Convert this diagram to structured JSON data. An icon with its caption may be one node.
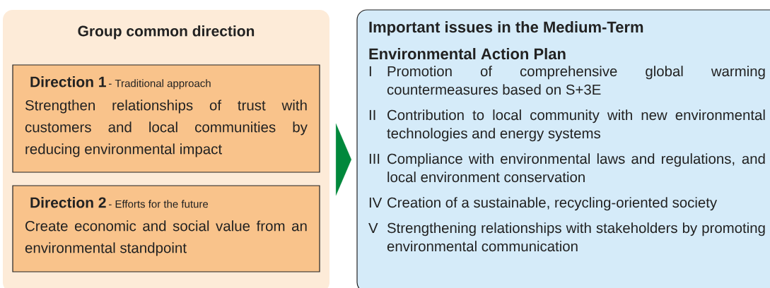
{
  "diagram": {
    "nodes": [
      {
        "text": [
          "Group common direction"
        ]
      },
      {
        "text": [
          "Direction 1",
          "- Traditional approach",
          "Strengthen relationships of trust with customers and local communities by reducing environmental impact"
        ],
        "in": 0
      },
      {
        "text": [
          "Direction 2",
          "- Efforts for the future",
          "Create economic and social value from an environmental standpoint"
        ],
        "in": 0
      },
      {
        "text": [
          "Important issues in the Medium-Term Environmental Action Plan",
          "I",
          "Promotion of comprehensive global warming countermeasures based on S+3E",
          "II",
          "Contribution to local community with new environmental technologies and energy systems",
          "III",
          "Compliance with environmental laws and regulations, and local environment conservation",
          "IV",
          "Creation of a sustainable, recycling-oriented society",
          "V",
          "Strengthening relationships with stakeholders by promoting environmental communication"
        ]
      }
    ],
    "edges": [
      {
        "from": 0,
        "to": 3,
        "arrow": "to",
        "color": "#00883c"
      }
    ]
  }
}
